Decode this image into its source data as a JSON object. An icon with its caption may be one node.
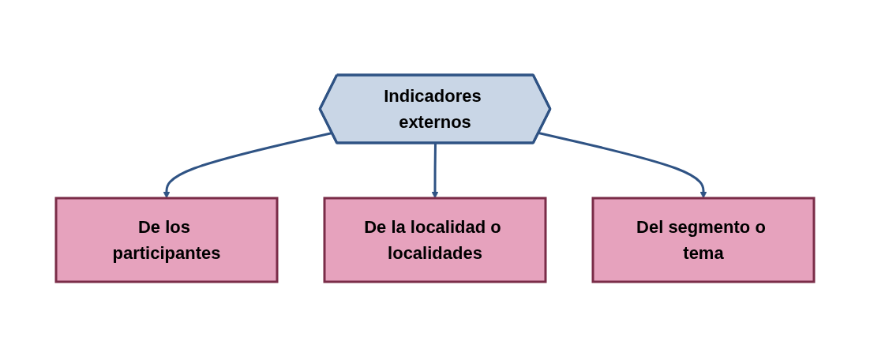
{
  "diagram": {
    "nodes": [
      {
        "text": [
          "De los participantes"
        ]
      },
      {
        "text": [
          "Indicadores externos"
        ]
      },
      {
        "text": [
          "De la localidad o localidades"
        ]
      },
      {
        "text": [
          "Del segmento o tema"
        ]
      }
    ],
    "edges": [
      {
        "from": 1,
        "to": 0,
        "arrow": "to"
      },
      {
        "from": 1,
        "to": 2,
        "arrow": "to"
      },
      {
        "from": 1,
        "to": 3,
        "arrow": "to"
      }
    ]
  }
}
